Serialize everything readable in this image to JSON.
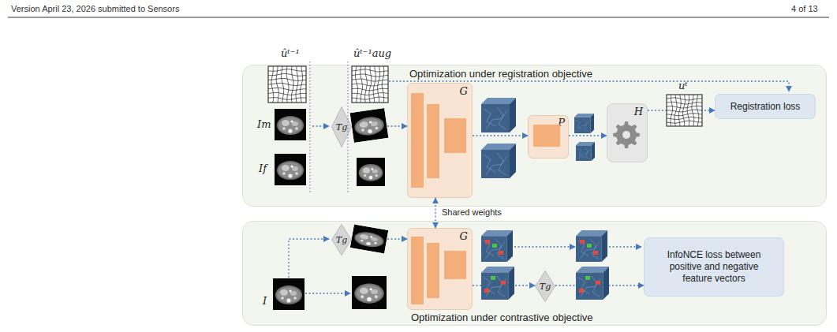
{
  "diagram": {
    "nodes": [
      {
        "text": [
          "Optimization under registration objective"
        ]
      },
      {
        "text": [
          "Optimization under contrastive objective"
        ]
      },
      {
        "text": [
          "Tg"
        ],
        "in": 0
      },
      {
        "text": [
          "G"
        ],
        "in": 0
      },
      {
        "text": [
          "P"
        ],
        "in": 0
      },
      {
        "text": [
          "H"
        ],
        "in": 0
      },
      {
        "text": [
          "Registration loss"
        ],
        "in": 0
      },
      {
        "text": [
          "Tg"
        ],
        "in": 1
      },
      {
        "text": [
          "G"
        ],
        "in": 1
      },
      {
        "text": [
          "Tg"
        ],
        "in": 1
      },
      {
        "text": [
          "InfoNCE loss between positive and negative feature vectors"
        ],
        "in": 1
      }
    ],
    "edges": [
      {
        "from": 2,
        "to": 3,
        "arrow": "to"
      },
      {
        "from": 3,
        "to": 4,
        "arrow": "to"
      },
      {
        "from": 4,
        "to": 5,
        "arrow": "to"
      },
      {
        "from": 5,
        "to": 6,
        "arrow": "to"
      },
      {
        "from": 3,
        "to": 8,
        "label": "Shared weights",
        "arrow": "both"
      },
      {
        "from": 7,
        "to": 8,
        "arrow": "to"
      },
      {
        "from": 8,
        "to": 9,
        "arrow": "to"
      },
      {
        "from": 9,
        "to": 10,
        "arrow": "to"
      }
    ],
    "labels": [
      "Version April 23, 2026 submitted to Sensors",
      "4 of 13",
      "ûᵗ⁻¹",
      "ûᵗ⁻¹aug",
      "Im",
      "If",
      "uᵗ",
      "I"
    ]
  }
}
